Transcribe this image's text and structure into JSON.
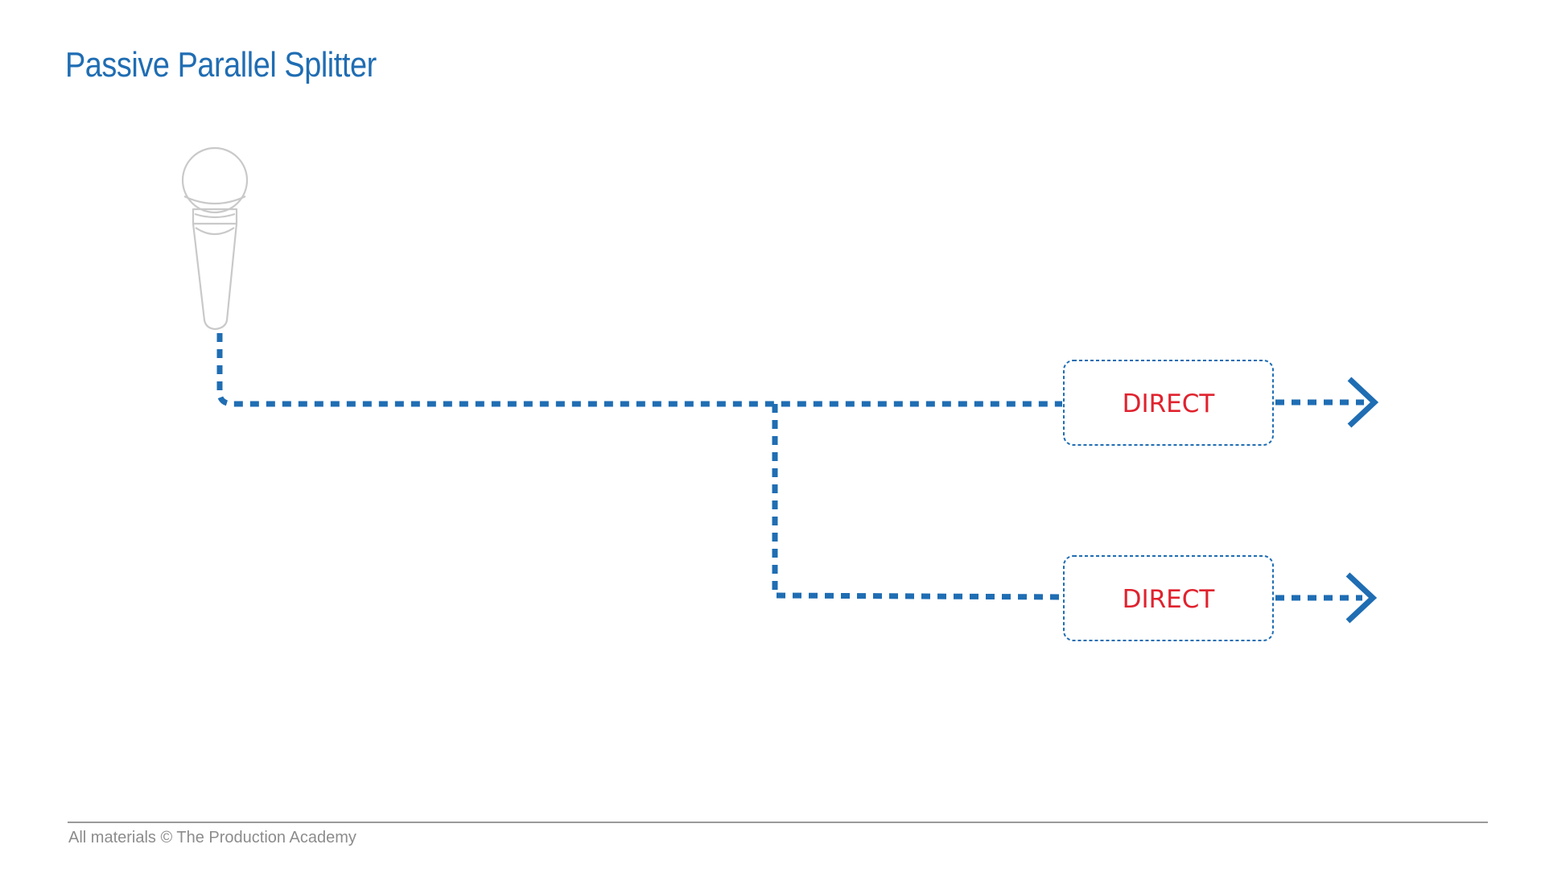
{
  "title": "Passive Parallel Splitter",
  "nodes": [
    {
      "label": "DIRECT"
    },
    {
      "label": "DIRECT"
    }
  ],
  "footer": "All materials © The Production Academy",
  "colors": {
    "title": "#1f6db3",
    "signal_line": "#1f6db3",
    "box_border": "#1f6db3",
    "box_label": "#e0222e",
    "microphone": "#c9c9c9",
    "footer_text": "#8c8c8c",
    "footer_rule": "#9a9a9a"
  },
  "icons": [
    "microphone-icon",
    "arrow-right-icon",
    "arrow-right-icon"
  ]
}
